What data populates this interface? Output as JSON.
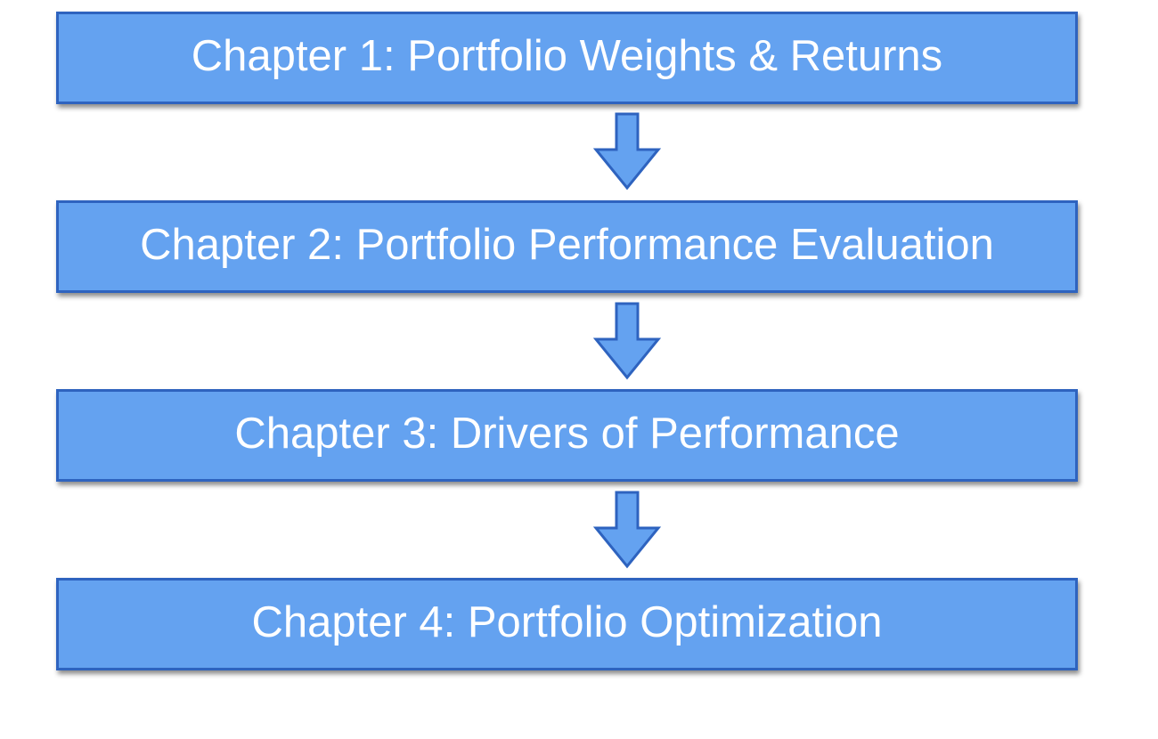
{
  "diagram": {
    "colors": {
      "box_fill": "#64a2f0",
      "box_border": "#2e63bf",
      "text": "#ffffff",
      "arrow_fill": "#64a2f0",
      "arrow_stroke": "#2e63bf"
    },
    "steps": [
      {
        "label": "Chapter 1: Portfolio Weights & Returns"
      },
      {
        "label": "Chapter 2: Portfolio Performance Evaluation"
      },
      {
        "label": "Chapter 3: Drivers of Performance"
      },
      {
        "label": "Chapter 4: Portfolio Optimization"
      }
    ],
    "connectors": [
      {
        "icon": "down-arrow-icon"
      },
      {
        "icon": "down-arrow-icon"
      },
      {
        "icon": "down-arrow-icon"
      }
    ]
  }
}
